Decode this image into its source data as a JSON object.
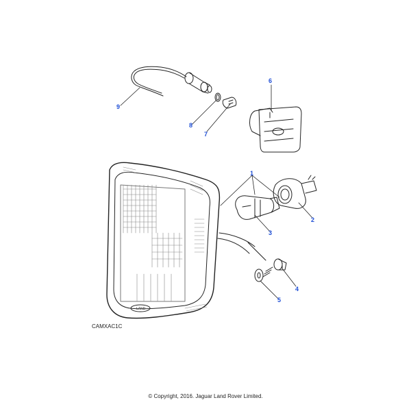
{
  "callouts": [
    "1",
    "2",
    "3",
    "4",
    "5",
    "6",
    "7",
    "8",
    "9"
  ],
  "lens_badge": "LAND",
  "diagram_code": "CAMXAC1C",
  "copyright": "© Copyright, 2016. Jaguar Land Rover Limited.",
  "colors": {
    "callout": "#1f4fd6",
    "linework": "#222222"
  },
  "icons": [
    "bulb-icon",
    "bulb-holder-icon",
    "seal-ring-icon",
    "wiring-harness-icon",
    "side-repeater-icon",
    "screw-icon",
    "washer-icon",
    "lamp-lens-icon"
  ]
}
